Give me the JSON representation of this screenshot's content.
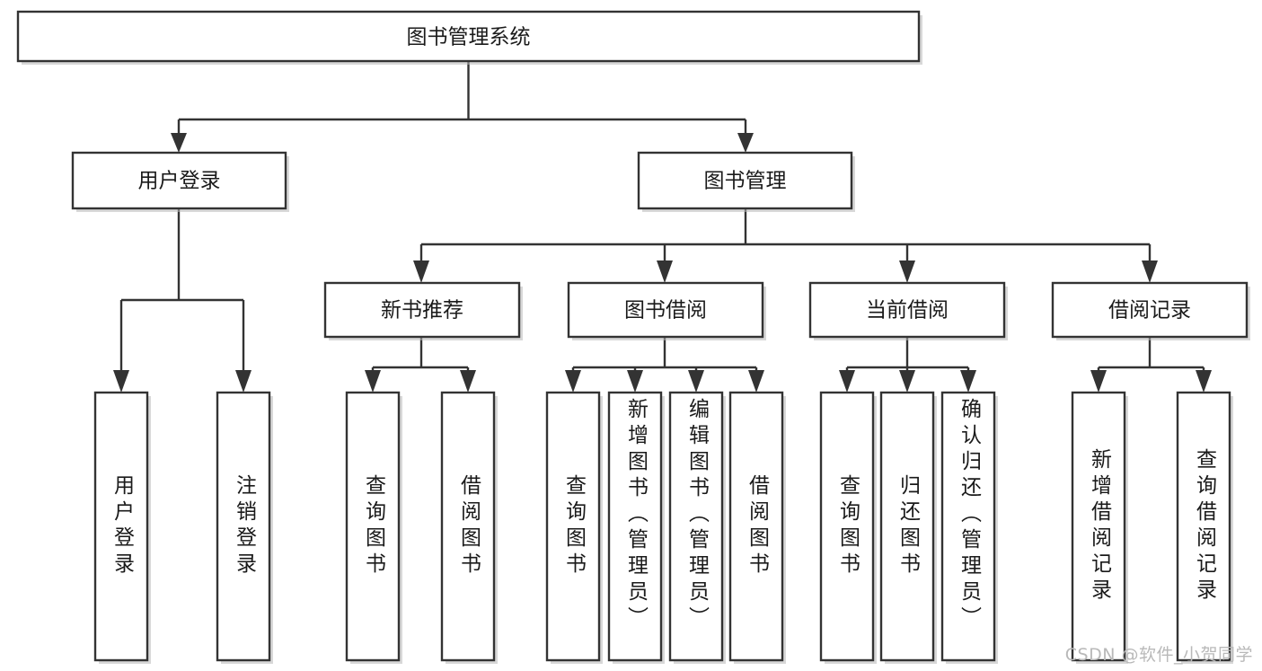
{
  "diagram": {
    "title": "图书管理系统",
    "type": "tree-hierarchy",
    "root": {
      "id": "root",
      "label": "图书管理系统"
    },
    "level2": [
      {
        "id": "user-login",
        "label": "用户登录"
      },
      {
        "id": "book-manage",
        "label": "图书管理"
      }
    ],
    "level3": [
      {
        "id": "new-book-rec",
        "label": "新书推荐",
        "parent": "book-manage"
      },
      {
        "id": "book-borrow",
        "label": "图书借阅",
        "parent": "book-manage"
      },
      {
        "id": "current-borrow",
        "label": "当前借阅",
        "parent": "book-manage"
      },
      {
        "id": "borrow-record",
        "label": "借阅记录",
        "parent": "book-manage"
      }
    ],
    "leaves": {
      "user_login": [
        {
          "id": "leaf-user-login",
          "label": "用户登录"
        },
        {
          "id": "leaf-user-logout",
          "label": "注销登录"
        }
      ],
      "new_book_rec": [
        {
          "id": "leaf-query-book-1",
          "label": "查询图书"
        },
        {
          "id": "leaf-borrow-book-1",
          "label": "借阅图书"
        }
      ],
      "book_borrow": [
        {
          "id": "leaf-query-book-2",
          "label": "查询图书"
        },
        {
          "id": "leaf-add-book",
          "label": "新增图书（管理员）"
        },
        {
          "id": "leaf-edit-book",
          "label": "编辑图书（管理员）"
        },
        {
          "id": "leaf-borrow-book-2",
          "label": "借阅图书"
        }
      ],
      "current_borrow": [
        {
          "id": "leaf-query-book-3",
          "label": "查询图书"
        },
        {
          "id": "leaf-return-book",
          "label": "归还图书"
        },
        {
          "id": "leaf-confirm-return",
          "label": "确认归还（管理员）"
        }
      ],
      "borrow_record": [
        {
          "id": "leaf-add-record",
          "label": "新增借阅记录"
        },
        {
          "id": "leaf-query-record",
          "label": "查询借阅记录"
        }
      ]
    }
  },
  "watermark": {
    "text": "CSDN @软件_小贺同学"
  },
  "colors": {
    "stroke": "#333333",
    "fill": "#ffffff",
    "text": "#1a1a1a",
    "shadow": "#b8b8b8",
    "watermark": "#b9b9b9",
    "background": "#ffffff"
  }
}
